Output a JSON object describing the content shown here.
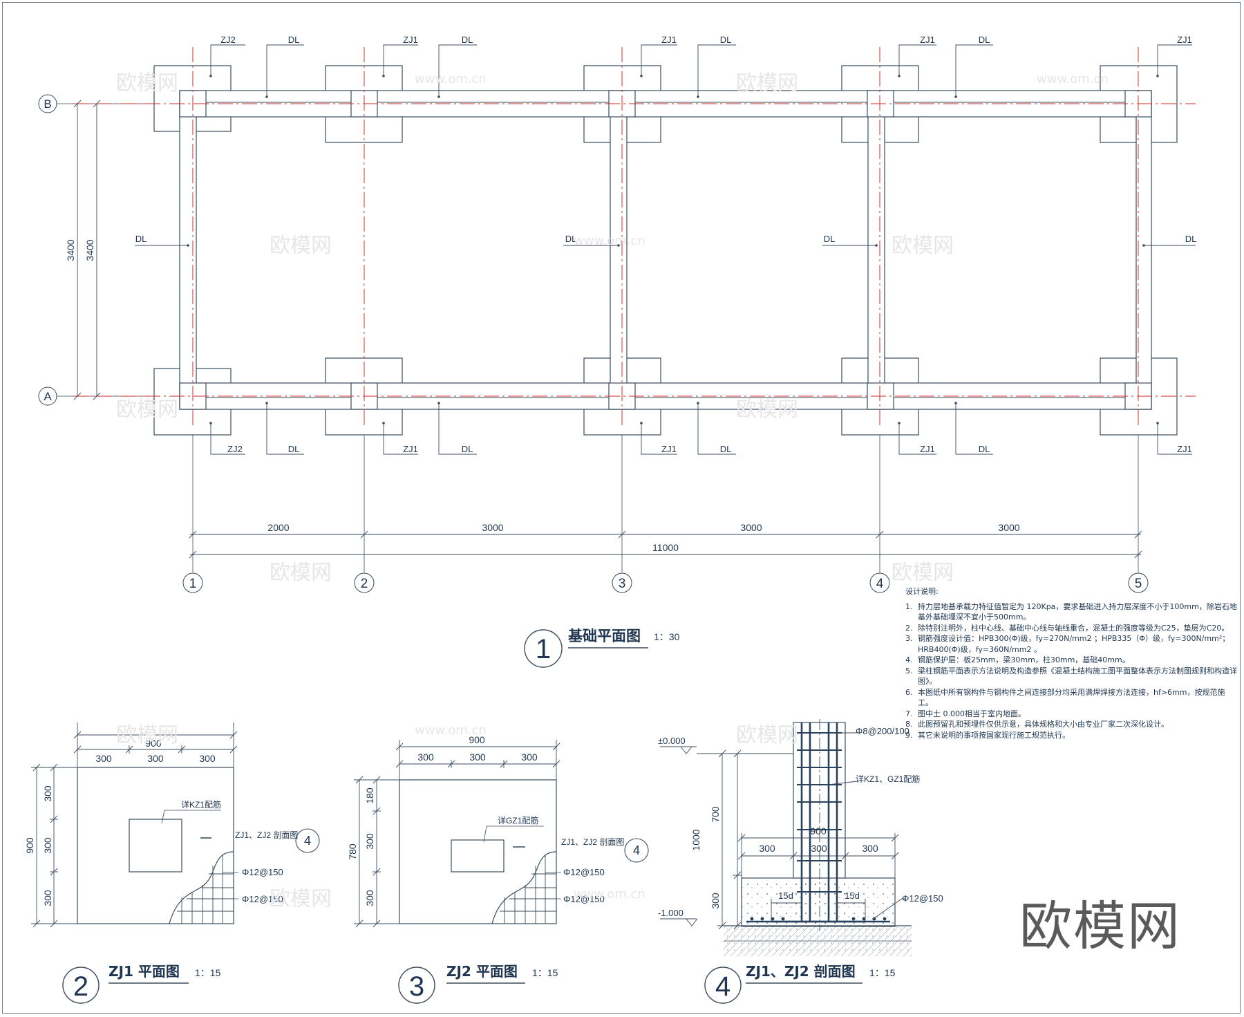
{
  "axes": {
    "rows": [
      {
        "label": "B"
      },
      {
        "label": "A"
      }
    ],
    "columns": [
      {
        "label": "1"
      },
      {
        "label": "2"
      },
      {
        "label": "3"
      },
      {
        "label": "4"
      },
      {
        "label": "5"
      }
    ]
  },
  "plan": {
    "tags_top": [
      {
        "zj": "ZJ2",
        "dl": "DL"
      },
      {
        "zj": "ZJ1",
        "dl": "DL"
      },
      {
        "zj": "ZJ1",
        "dl": "DL"
      },
      {
        "zj": "ZJ1",
        "dl": "DL"
      },
      {
        "zj": "ZJ1"
      }
    ],
    "tags_bottom": [
      {
        "zj": "ZJ2",
        "dl": "DL"
      },
      {
        "zj": "ZJ1",
        "dl": "DL"
      },
      {
        "zj": "ZJ1",
        "dl": "DL"
      },
      {
        "zj": "ZJ1",
        "dl": "DL"
      },
      {
        "zj": "ZJ1"
      }
    ],
    "tags_side": [
      "DL",
      "DL",
      "DL",
      "DL"
    ],
    "dim_vertical": [
      "3400",
      "3400"
    ],
    "dim_spans": [
      "2000",
      "3000",
      "3000",
      "3000"
    ],
    "dim_total": "11000"
  },
  "titles": {
    "plan": {
      "num": "1",
      "text": "基础平面图",
      "scale": "1：30"
    },
    "zj1": {
      "num": "2",
      "text": "ZJ1 平面图",
      "scale": "1：15"
    },
    "zj2": {
      "num": "3",
      "text": "ZJ2 平面图",
      "scale": "1：15"
    },
    "section": {
      "num": "4",
      "text": "ZJ1、ZJ2 剖面图",
      "scale": "1：15"
    }
  },
  "zj1_plan": {
    "dim_total": "900",
    "dim_parts": [
      "300",
      "300",
      "300"
    ],
    "dim_v_total": "900",
    "dim_v_parts": [
      "300",
      "300",
      "300"
    ],
    "note": "详KZ1配筋",
    "section_ref": "ZJ1、ZJ2  剖面图",
    "section_num": "4",
    "rebar1": "Φ12@150",
    "rebar2": "Φ12@150"
  },
  "zj2_plan": {
    "dim_total": "900",
    "dim_parts": [
      "300",
      "300",
      "300"
    ],
    "dim_v_total": "780",
    "dim_v_parts": [
      "180",
      "300",
      "300"
    ],
    "note": "详GZ1配筋",
    "section_ref": "ZJ1、ZJ2  剖面图",
    "section_num": "4",
    "rebar1": "Φ12@150",
    "rebar2": "Φ12@150"
  },
  "section": {
    "elev_top": "±0.000",
    "elev_bottom": "-1.000",
    "stirrup": "Φ8@200/100",
    "column_note": "详KZ1、GZ1配筋",
    "dim_700": "700",
    "dim_1000": "1000",
    "dim_300": "300",
    "width_total": "900",
    "width_parts": [
      "300",
      "300",
      "300"
    ],
    "anchor_left": "15d",
    "anchor_right": "15d",
    "bottom_rebar": "Φ12@150"
  },
  "notes": {
    "title": "设计说明:",
    "items": [
      {
        "n": "1.",
        "t": "持力层地基承载力特征值暂定为 120Kpa，要求基础进入持力层深度不小于100mm，除岩石地基外基础埋深不宜小于500mm。"
      },
      {
        "n": "2.",
        "t": "除特别注明外，柱中心线、基础中心线与轴线重合，混凝土的强度等级为C25，垫层为C20。"
      },
      {
        "n": "3.",
        "t": "钢筋强度设计值：HPB300(Φ)级，fy=270N/mm2 ；HPB335（Φ）级，fy=300N/mm²；HRB400(Φ)级，fy=360N/mm2 。"
      },
      {
        "n": "4.",
        "t": "钢筋保护层：板25mm，梁30mm，柱30mm，基础40mm。"
      },
      {
        "n": "5.",
        "t": "梁柱钢筋平面表示方法说明及构造参照《混凝土结构施工图平面整体表示方法制图规则和构造详图》。"
      },
      {
        "n": "6.",
        "t": "本图纸中所有钢构件与钢构件之间连接部分均采用满焊焊接方法连接，hf>6mm，按规范施工。"
      },
      {
        "n": "7.",
        "t": "图中土 0.000相当于室内地面。"
      },
      {
        "n": "8.",
        "t": "此图预留孔和预埋件仅供示意，具体规格和大小由专业厂家二次深化设计。"
      },
      {
        "n": "9.",
        "t": "其它未说明的事项按国家现行施工规范执行。"
      }
    ]
  },
  "watermark": {
    "cn": "欧模网",
    "url": "www.om.cn",
    "brand": "欧模网"
  }
}
